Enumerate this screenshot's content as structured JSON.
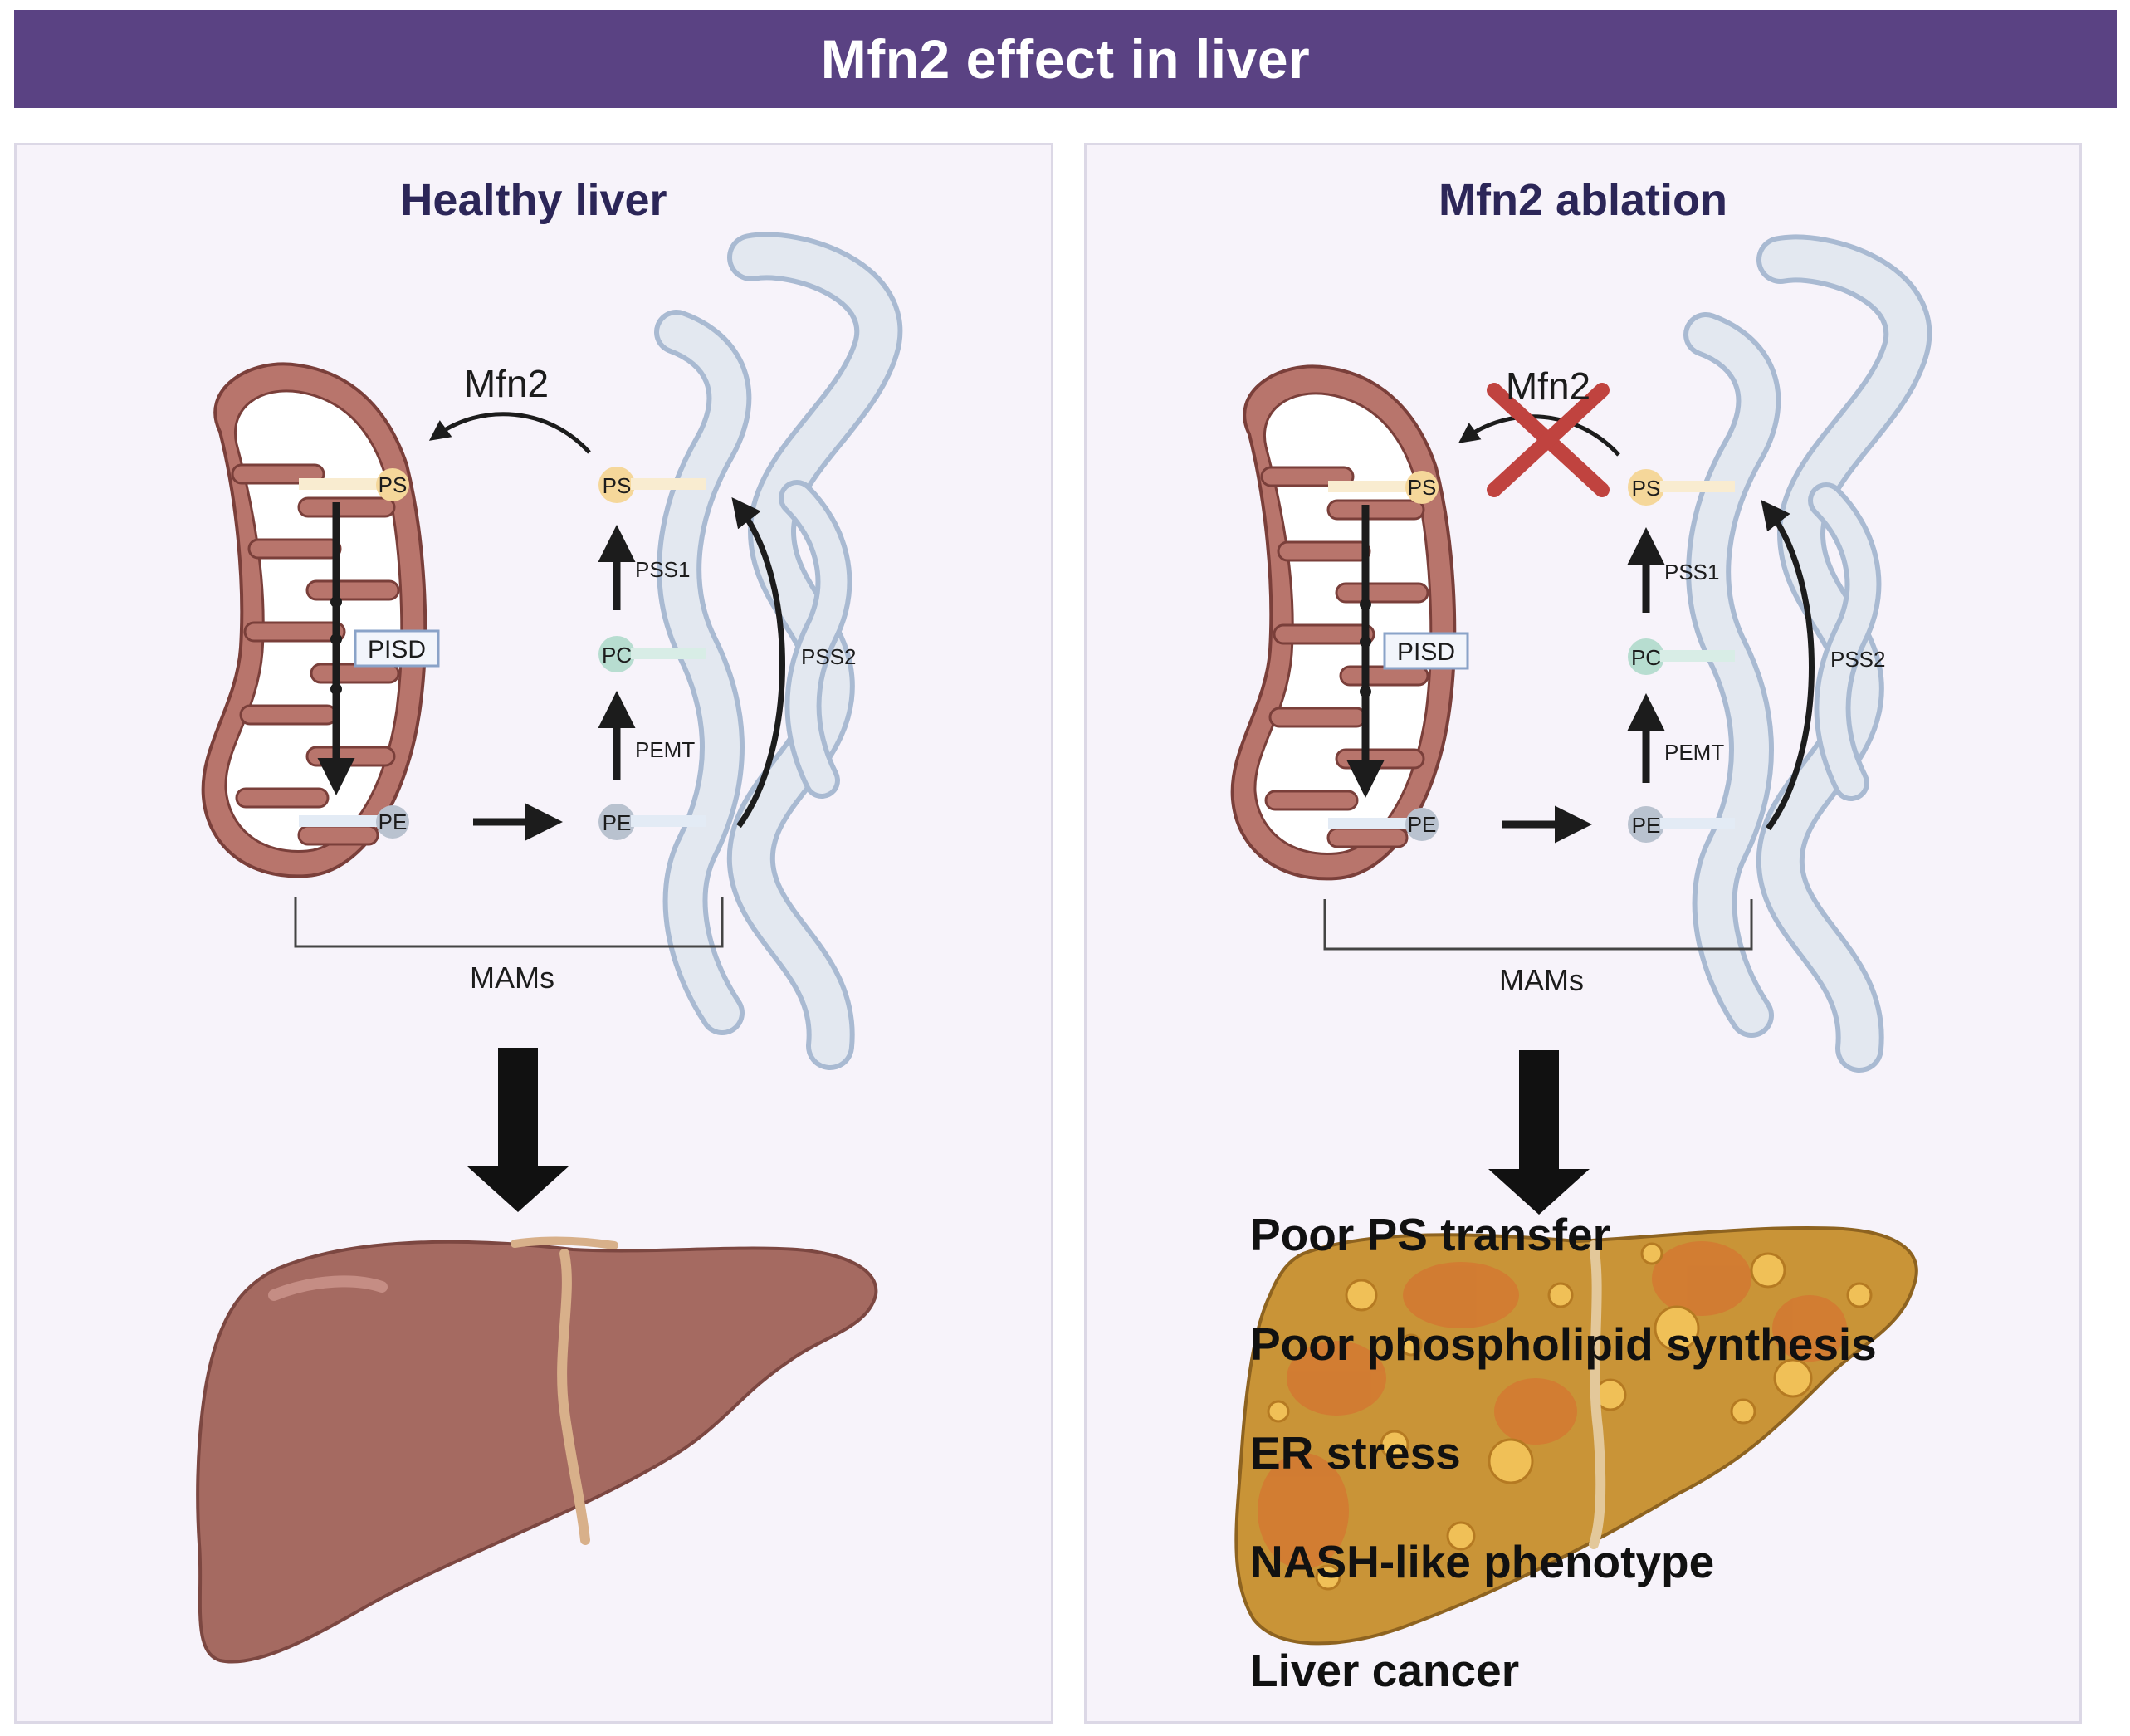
{
  "banner": {
    "title": "Mfn2 effect in liver"
  },
  "panels": [
    {
      "title": "Healthy liver",
      "labels": {
        "mfn2": "Mfn2",
        "ps_mito": "PS",
        "pe_mito": "PE",
        "pisd": "PISD",
        "ps_er": "PS",
        "pc_er": "PC",
        "pe_er": "PE",
        "pss1": "PSS1",
        "pemt": "PEMT",
        "pss2": "PSS2",
        "mams": "MAMs"
      }
    },
    {
      "title": "Mfn2 ablation",
      "labels": {
        "mfn2": "Mfn2",
        "ps_mito": "PS",
        "pe_mito": "PE",
        "pisd": "PISD",
        "ps_er": "PS",
        "pc_er": "PC",
        "pe_er": "PE",
        "pss1": "PSS1",
        "pemt": "PEMT",
        "pss2": "PSS2",
        "mams": "MAMs"
      }
    }
  ],
  "outcomes": [
    "Poor PS transfer",
    "Poor phospholipid synthesis",
    "ER stress",
    "NASH-like phenotype",
    "Liver cancer"
  ],
  "colors": {
    "banner": "#5a4283",
    "panel_bg": "#f7f3fa",
    "mitochondria": "#b8756c",
    "er": "#dde3ec",
    "healthy_liver": "#a56a61",
    "diseased_liver": "#c99437",
    "cross": "#c0433f",
    "ps_dot": "#f5d79a",
    "pc_dot": "#b7ddd0",
    "pe_dot": "#b9c2cf"
  }
}
